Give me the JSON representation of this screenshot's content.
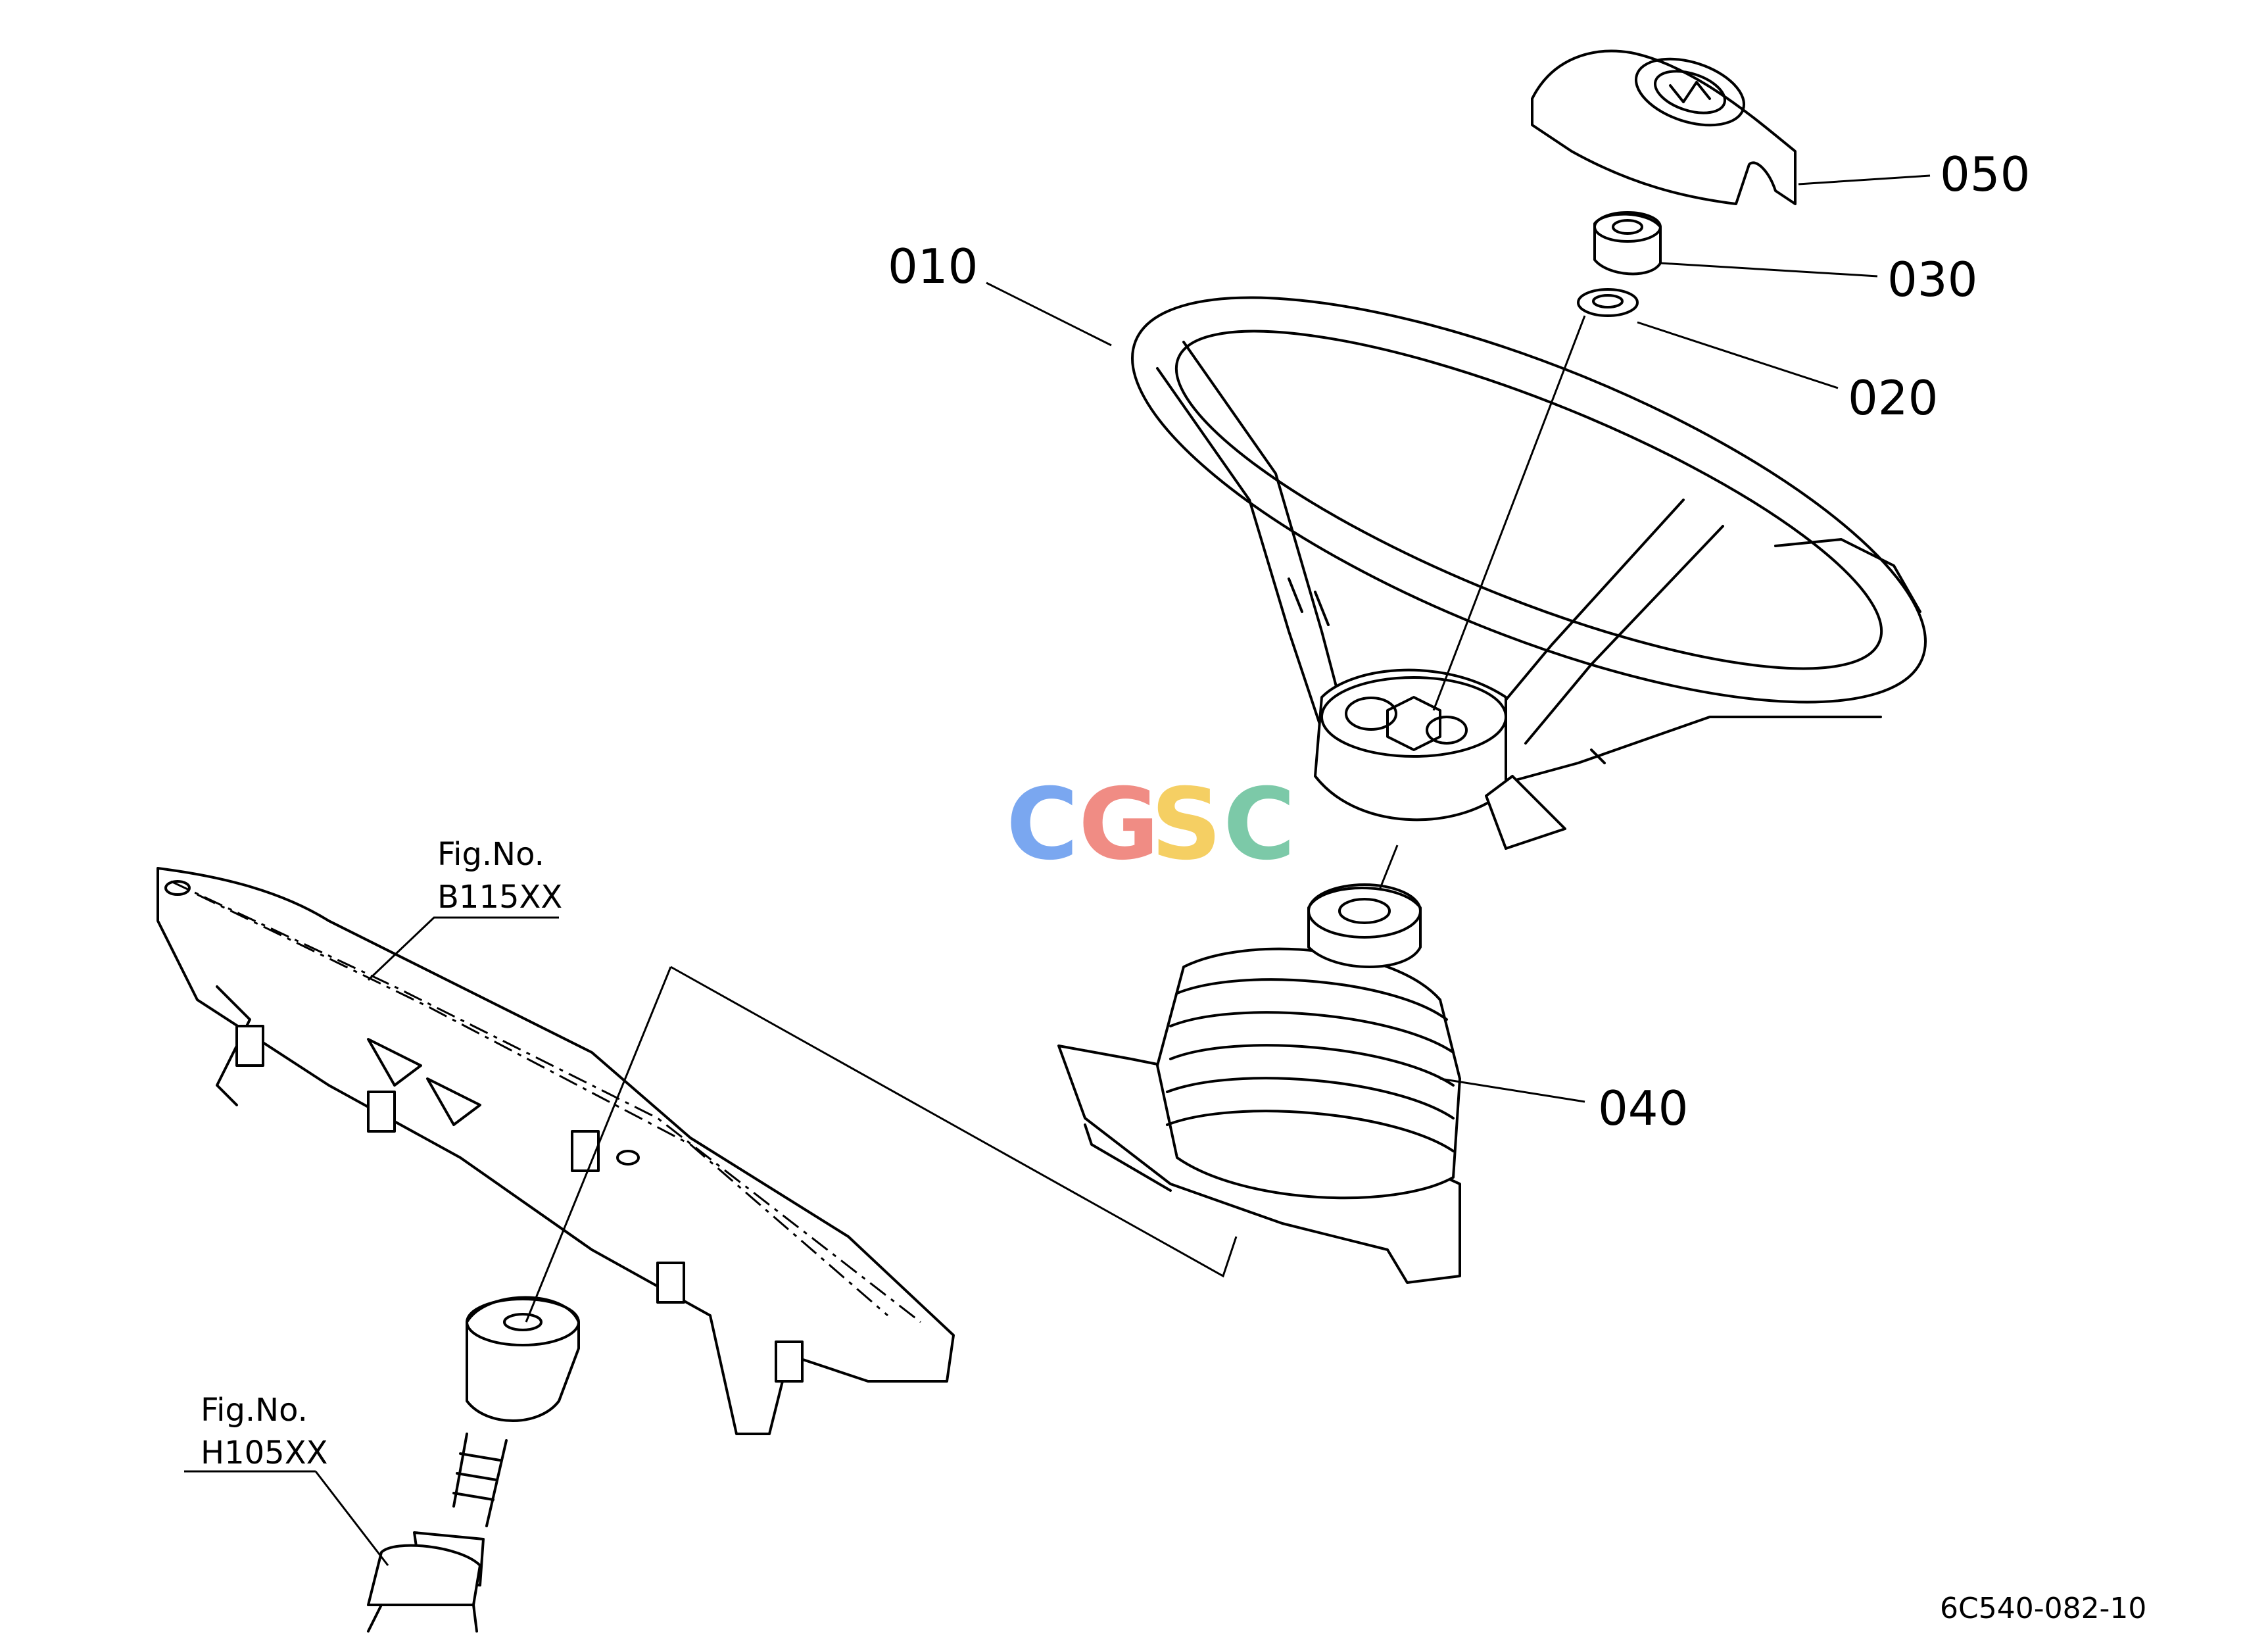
{
  "parts": {
    "p010": "010",
    "p020": "020",
    "p030": "030",
    "p040": "040",
    "p050": "050"
  },
  "figure_refs": {
    "ref1": {
      "line1": "Fig.No.",
      "line2": "B115XX"
    },
    "ref2": {
      "line1": "Fig.No.",
      "line2": "H105XX"
    }
  },
  "watermark": {
    "letters": [
      "C",
      "G",
      "S",
      "C"
    ],
    "colors": [
      "#7aa7f0",
      "#f08c84",
      "#f5cf63",
      "#7cc9a8"
    ]
  },
  "diagram_code": "6C540-082-10"
}
